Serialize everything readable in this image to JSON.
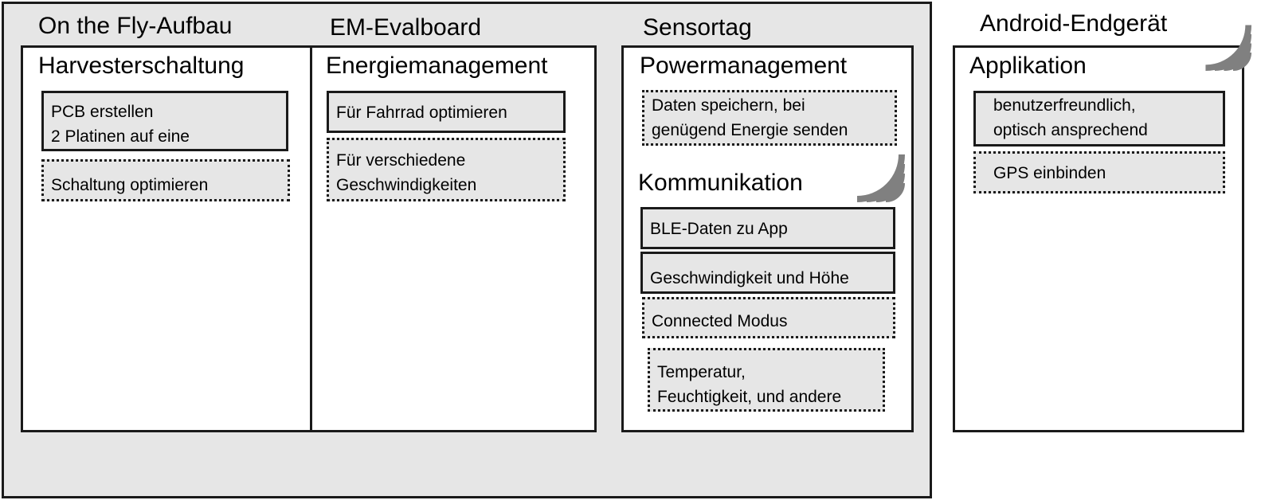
{
  "groups": {
    "on_the_fly": "On the Fly-Aufbau",
    "em_evalboard": "EM-Evalboard",
    "sensortag": "Sensortag",
    "android": "Android-Endgerät"
  },
  "harvester": {
    "title": "Harvesterschaltung",
    "pcb": [
      "PCB erstellen",
      "2 Platinen auf eine"
    ],
    "optimize": "Schaltung optimieren"
  },
  "energy": {
    "title": "Energiemanagement",
    "bike": "Für Fahrrad optimieren",
    "speeds": [
      "Für verschiedene",
      "Geschwindigkeiten"
    ]
  },
  "power": {
    "title": "Powermanagement",
    "store": [
      "Daten speichern, bei",
      "genügend Energie senden"
    ]
  },
  "comm": {
    "title": "Kommunikation",
    "ble": "BLE-Daten zu App",
    "speed_height": "Geschwindigkeit und Höhe",
    "connected": "Connected Modus",
    "temp": [
      "Temperatur,",
      "Feuchtigkeit, und andere"
    ]
  },
  "app": {
    "title": "Applikation",
    "ux": [
      "benutzerfreundlich,",
      "optisch ansprechend"
    ],
    "gps": "GPS einbinden"
  },
  "colors": {
    "fill": "#e6e6e6",
    "stroke": "#1a1a1a",
    "signal": "#808080"
  },
  "icons": [
    "wireless-signal-icon",
    "wireless-signal-icon"
  ]
}
